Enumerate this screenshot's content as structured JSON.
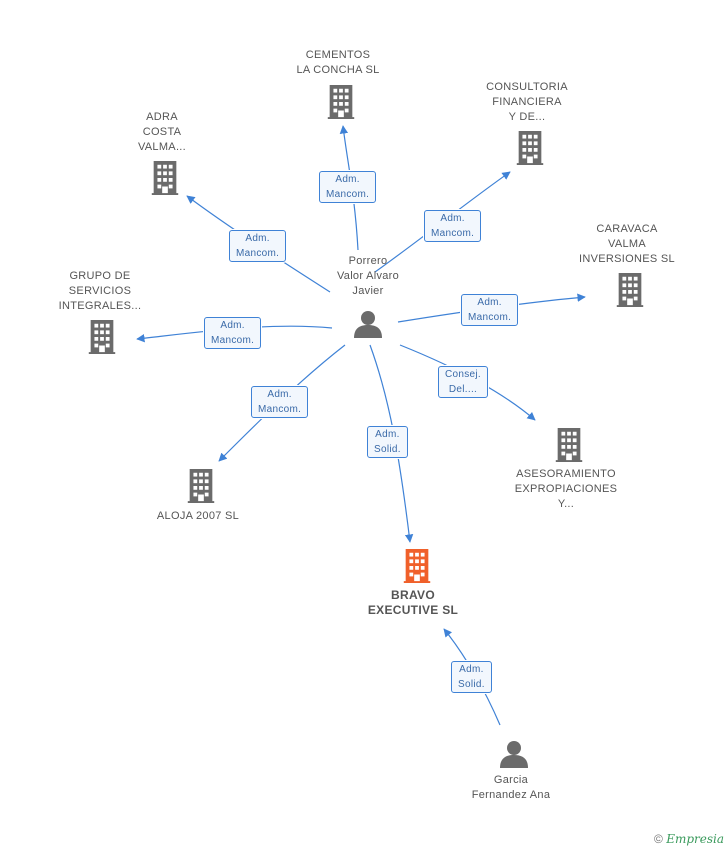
{
  "center": {
    "label": "Porrero\nValor Alvaro\nJavier",
    "icon": "person-icon"
  },
  "companies": [
    {
      "id": "cementos",
      "label": "CEMENTOS\nLA CONCHA SL"
    },
    {
      "id": "consultoria",
      "label": "CONSULTORIA\nFINANCIERA\nY DE..."
    },
    {
      "id": "adra",
      "label": "ADRA\nCOSTA\nVALMA..."
    },
    {
      "id": "caravaca",
      "label": "CARAVACA\nVALMA\nINVERSIONES SL"
    },
    {
      "id": "grupo",
      "label": "GRUPO DE\nSERVICIOS\nINTEGRALES..."
    },
    {
      "id": "asesoramiento",
      "label": "ASESORAMIENTO\nEXPROPIACIONES\nY..."
    },
    {
      "id": "aloja",
      "label": "ALOJA 2007 SL"
    },
    {
      "id": "bravo",
      "label": "BRAVO\nEXECUTIVE SL",
      "main": true
    }
  ],
  "second_person": {
    "label": "Garcia\nFernandez Ana",
    "icon": "person-icon"
  },
  "edges": [
    {
      "to": "cementos",
      "label": "Adm.\nMancom."
    },
    {
      "to": "consultoria",
      "label": "Adm.\nMancom."
    },
    {
      "to": "adra",
      "label": "Adm.\nMancom."
    },
    {
      "to": "caravaca",
      "label": "Adm.\nMancom."
    },
    {
      "to": "grupo",
      "label": "Adm.\nMancom."
    },
    {
      "to": "asesoramiento",
      "label": "Consej.\nDel...."
    },
    {
      "to": "aloja",
      "label": "Adm.\nMancom."
    },
    {
      "to": "bravo",
      "label": "Adm.\nSolid."
    },
    {
      "from": "garcia",
      "to": "bravo",
      "label": "Adm.\nSolid."
    }
  ],
  "colors": {
    "edge": "#3f82d6",
    "building": "#6b6b6b",
    "main_building": "#f0602a",
    "person": "#6b6b6b"
  },
  "footer": {
    "copyright": "©",
    "brand": "Empresia"
  }
}
